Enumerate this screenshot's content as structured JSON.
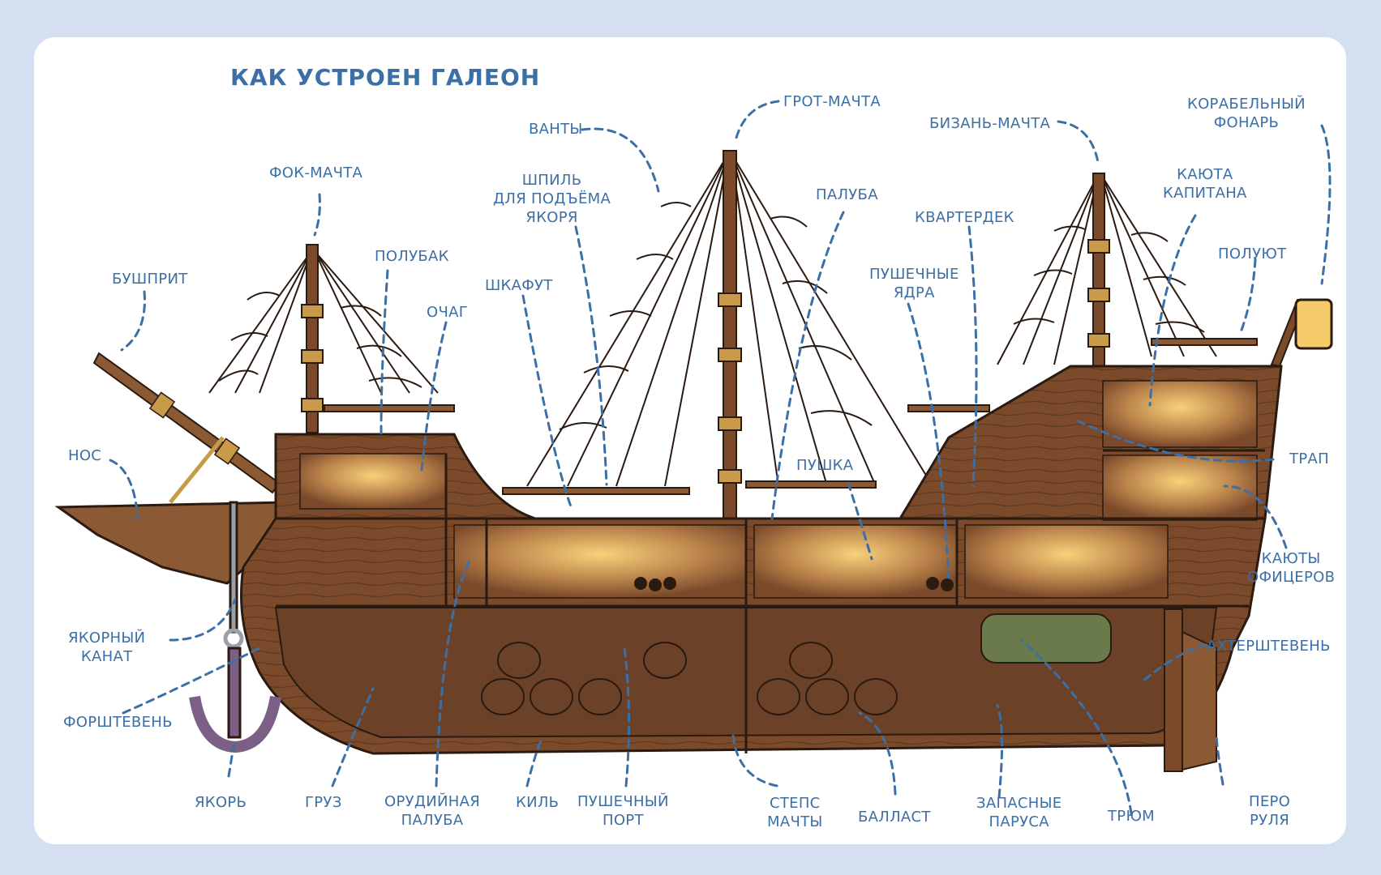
{
  "title": "КАК УСТРОЕН ГАЛЕОН",
  "colors": {
    "background": "#d4dff0",
    "card": "#ffffff",
    "label": "#3c6fa6",
    "wood_dark": "#5a3620",
    "wood": "#8b5a34",
    "wood_light": "#b57d4e",
    "lamp_glow": "#f4c968",
    "outline": "#2b1a10"
  },
  "labels": {
    "nos": "НОС",
    "bushprit": "БУШПРИТ",
    "fok_machta": "ФОК-МАЧТА",
    "polubak": "ПОЛУБАК",
    "ochag": "ОЧАГ",
    "shkafut": "ШКАФУТ",
    "shpil": "ШПИЛЬ\nДЛЯ ПОДЪЁМА\nЯКОРЯ",
    "vanty": "ВАНТЫ",
    "grot_machta": "ГРОТ-МАЧТА",
    "paluba": "ПАЛУБА",
    "pushka": "ПУШКА",
    "pushechnye_yadra": "ПУШЕЧНЫЕ\nЯДРА",
    "kvarterdek": "КВАРТЕРДЕК",
    "bizan_machta": "БИЗАНЬ-МАЧТА",
    "korabelny_fonar": "КОРАБЕЛЬНЫЙ\nФОНАРЬ",
    "kayuta_kapitana": "КАЮТА\nКАПИТАНА",
    "polyut": "ПОЛУЮТ",
    "trap": "ТРАП",
    "kayuty_oficerov": "КАЮТЫ\nОФИЦЕРОВ",
    "achtershteven": "АХТЕРШТЕВЕНЬ",
    "pero_rulya": "ПЕРО\nРУЛЯ",
    "tryum": "ТРЮМ",
    "zapasnye_parusa": "ЗАПАСНЫЕ\nПАРУСА",
    "ballast": "БАЛЛАСТ",
    "steps_machty": "СТЕПС\nМАЧТЫ",
    "pushechny_port": "ПУШЕЧНЫЙ\nПОРТ",
    "kil": "КИЛЬ",
    "orudiynaya_paluba": "ОРУДИЙНАЯ\nПАЛУБА",
    "gruz": "ГРУЗ",
    "yakor": "ЯКОРЬ",
    "forshteven": "ФОРШТЕВЕНЬ",
    "yakorny_kanat": "ЯКОРНЫЙ\nКАНАТ"
  }
}
